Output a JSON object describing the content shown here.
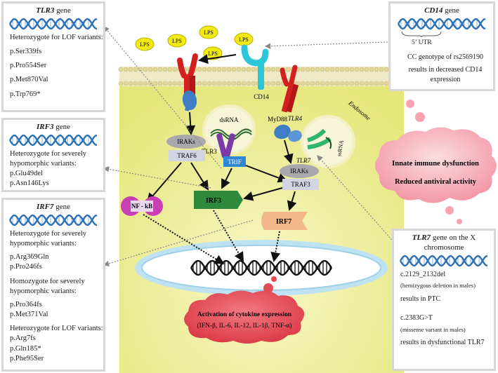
{
  "tlr3_panel": {
    "gene": "TLR3",
    "gene_suffix": " gene",
    "heading": "Heterozygote for LOF variants:",
    "variants": [
      "p.Ser339fs",
      "p.Pro554Ser",
      "p.Met870Val",
      "p.Trp769*"
    ]
  },
  "irf3_panel": {
    "gene": "IRF3",
    "gene_suffix": " gene",
    "heading": "Heterozygote for severely hypomorphic variants:",
    "variants": [
      "p.Glu49del",
      "p.Asn146Lys"
    ]
  },
  "irf7_panel": {
    "gene": "IRF7",
    "gene_suffix": " gene",
    "group1_heading": "Heterozygote for severely hypomorphic variants:",
    "group1": [
      "p.Arg369Gln",
      "p.Pro246fs"
    ],
    "group2_heading": "Homozygote for severely hypomorphic variants:",
    "group2": [
      "p.Pro364fs",
      "p.Met371Val"
    ],
    "group3_heading": "Heterozygote for LOF variants:",
    "group3": [
      "p.Arg7fs",
      "p.Gln185*",
      "p.Phe95Ser"
    ]
  },
  "cd14_panel": {
    "gene": "CD14",
    "gene_suffix": " gene",
    "utr": "5’ UTR",
    "genotype": "CC genotype of rs2569190",
    "result": "results in decreased CD14 expression"
  },
  "tlr7_panel": {
    "gene": "TLR7",
    "gene_suffix": " gene on the X chromosome",
    "v1": "c.2129_2132del",
    "v1_note": "(hemizygous deletion in males)",
    "v1_result": "results in PTC",
    "v2": "c.2383G>T",
    "v2_note": "(missense variant in males)",
    "v2_result": "results in dysfunctional TLR7"
  },
  "cloud": {
    "line1": "Innate immune dysfunction",
    "line2": "Reduced antiviral activity"
  },
  "cytokine": {
    "title": "Activation of cytokine expression",
    "list": "(IFN-β, IL-6, IL-12, IL-1β, TNF-α)"
  },
  "cell": {
    "lps": [
      "LPS",
      "LPS",
      "LPS",
      "LPS",
      "LPS"
    ],
    "cd14": "CD14",
    "tlr4": "TLR4",
    "endosome": "Endosome",
    "dsrna": "dsRNA",
    "ssrna": "ssRNA",
    "tlr3": "TLR3",
    "trif": "TRIF",
    "myd88": "MyD88",
    "tlr7": "TLR7",
    "iraks_left": "IRAKs",
    "traf6": "TRAF6",
    "iraks_right": "IRAKs",
    "traf3": "TRAF3",
    "nfkb": "NF - kB",
    "irf3": "IRF3",
    "irf7": "IRF7"
  },
  "colors": {
    "cytoplasm": "#eaeb8c",
    "membrane": "#e6e0b4",
    "receptor_red": "#d31f1f",
    "cd14_cyan": "#2bc7d9",
    "adaptor_blue": "#3f7ec7",
    "cloud_pink": "#f6a3ae",
    "cytokine_red": "#e44a55",
    "dna_blue": "#2d70b3",
    "panel_border": "#d6d6d6"
  }
}
